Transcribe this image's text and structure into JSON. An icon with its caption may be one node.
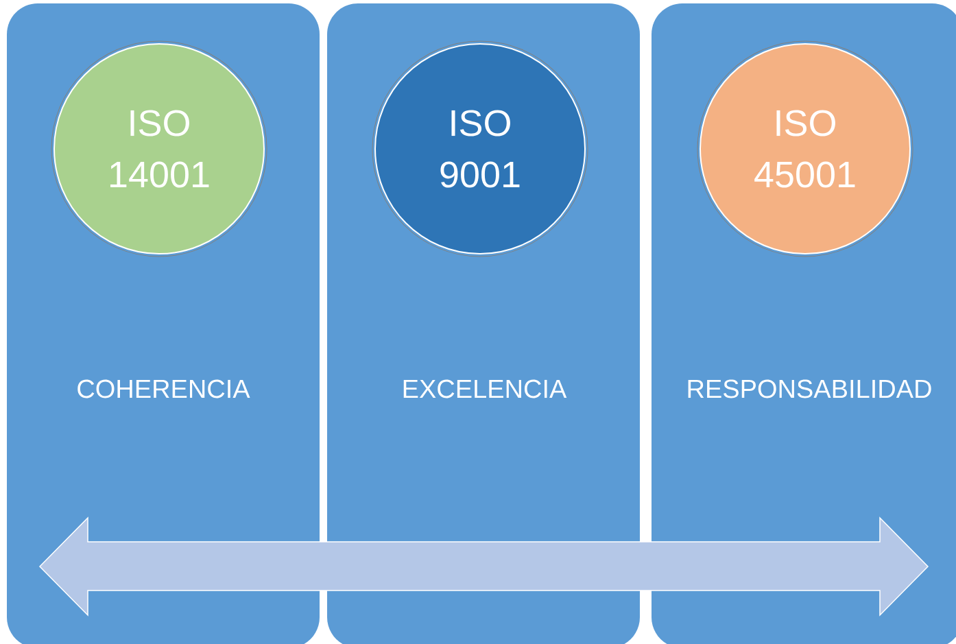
{
  "diagram": {
    "nodes": [
      {
        "text": [
          "COHERENCIA"
        ]
      },
      {
        "text": [
          "ISO 14001"
        ],
        "in": 0
      },
      {
        "text": [
          "EXCELENCIA"
        ]
      },
      {
        "text": [
          "ISO 9001"
        ],
        "in": 2
      },
      {
        "text": [
          "RESPONSABILIDAD"
        ]
      },
      {
        "text": [
          "ISO 45001"
        ],
        "in": 4
      }
    ]
  }
}
